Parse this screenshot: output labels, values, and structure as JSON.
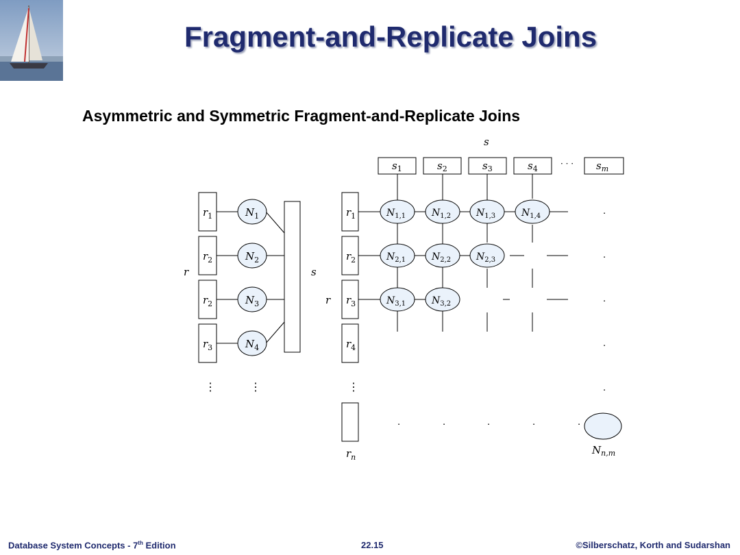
{
  "slide": {
    "title": "Fragment-and-Replicate Joins",
    "subtitle": "Asymmetric  and Symmetric Fragment-and-Replicate Joins"
  },
  "asymmetric": {
    "relation_r": "r",
    "relation_s": "s",
    "fragments": [
      {
        "r": "r",
        "r_sub": "1",
        "node": "N",
        "node_sub": "1"
      },
      {
        "r": "r",
        "r_sub": "2",
        "node": "N",
        "node_sub": "2"
      },
      {
        "r": "r",
        "r_sub": "2",
        "node": "N",
        "node_sub": "3"
      },
      {
        "r": "r",
        "r_sub": "3",
        "node": "N",
        "node_sub": "4"
      }
    ],
    "ellipsis": "⋮"
  },
  "symmetric": {
    "relation_r": "r",
    "relation_s": "s",
    "s_fragments": [
      {
        "base": "s",
        "sub": "1"
      },
      {
        "base": "s",
        "sub": "2"
      },
      {
        "base": "s",
        "sub": "3"
      },
      {
        "base": "s",
        "sub": "4"
      },
      {
        "base": "s",
        "sub": "m"
      }
    ],
    "s_ellipsis": "· · ·",
    "r_fragments": [
      {
        "base": "r",
        "sub": "1"
      },
      {
        "base": "r",
        "sub": "2"
      },
      {
        "base": "r",
        "sub": "3"
      },
      {
        "base": "r",
        "sub": "4"
      }
    ],
    "r_last": {
      "base": "r",
      "sub": "n"
    },
    "r_ellipsis": "⋮",
    "nodes": [
      [
        {
          "base": "N",
          "sub": "1,1"
        },
        {
          "base": "N",
          "sub": "1,2"
        },
        {
          "base": "N",
          "sub": "1,3"
        },
        {
          "base": "N",
          "sub": "1,4"
        }
      ],
      [
        {
          "base": "N",
          "sub": "2,1"
        },
        {
          "base": "N",
          "sub": "2,2"
        },
        {
          "base": "N",
          "sub": "2,3"
        }
      ],
      [
        {
          "base": "N",
          "sub": "3,1"
        },
        {
          "base": "N",
          "sub": "3,2"
        }
      ]
    ],
    "last_node": {
      "base": "N",
      "sub": "n,m"
    },
    "dot": "."
  },
  "footer": {
    "left": "Database System Concepts - 7",
    "left_sup": "th",
    "left_tail": " Edition",
    "center": "22.15",
    "right": "©Silberschatz, Korth  and Sudarshan"
  },
  "colors": {
    "title": "#1f2a6e",
    "node_fill": "#eaf2fb",
    "footer": "#1f2a6e"
  }
}
